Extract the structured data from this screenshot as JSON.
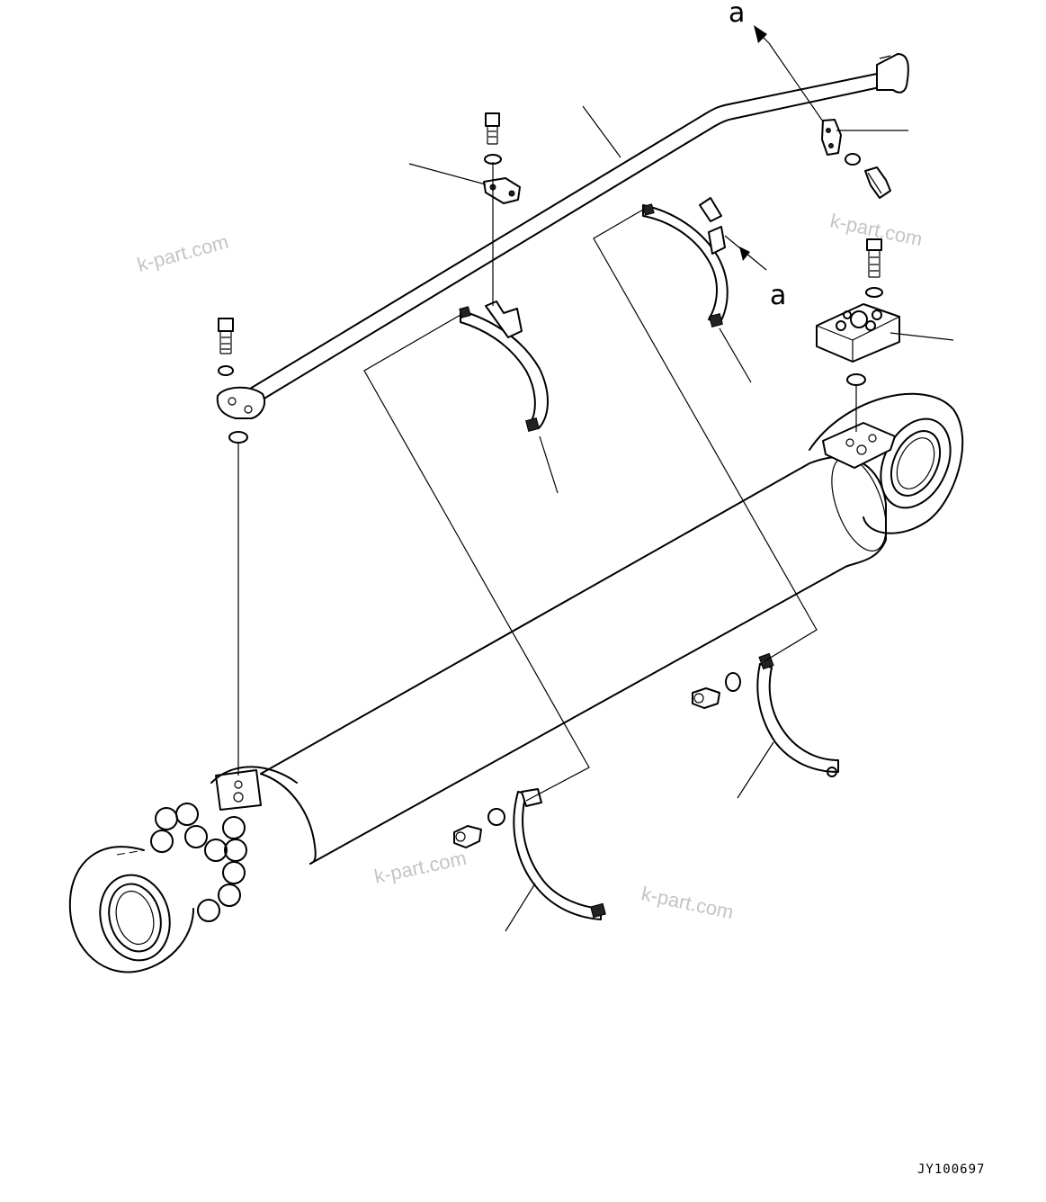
{
  "callouts": {
    "top_letter": "a",
    "side_letter": "a"
  },
  "watermarks": [
    "k-part.com",
    "k-part.com",
    "k-part.com",
    "k-part.com"
  ],
  "drawing_code": "JY100697"
}
